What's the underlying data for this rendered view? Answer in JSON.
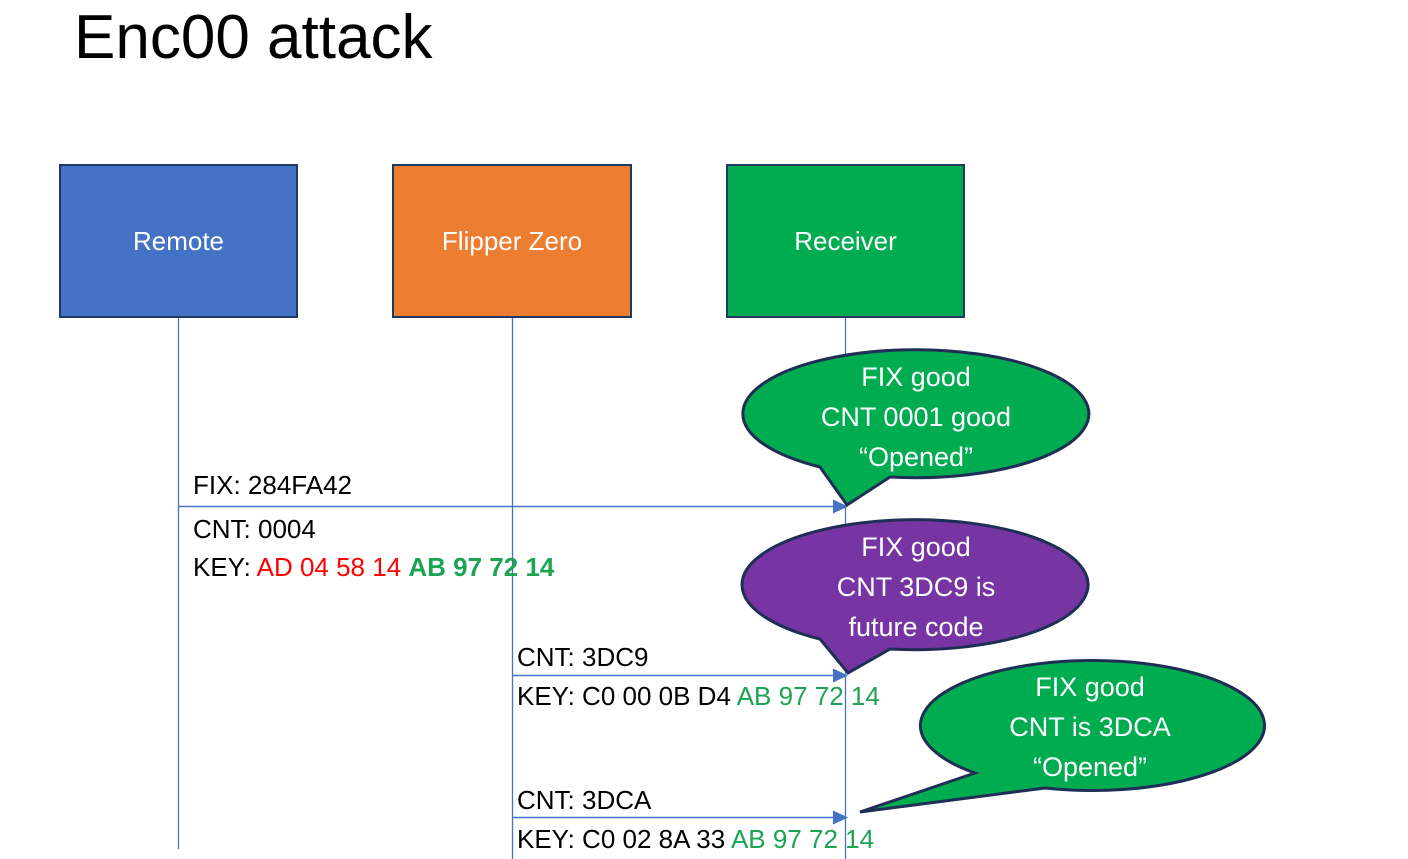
{
  "title": "Enc00 attack",
  "colors": {
    "remote_fill": "#4472C4",
    "flipper_fill": "#ED7D31",
    "receiver_fill": "#00AC50",
    "bubble_green": "#00AC50",
    "bubble_purple": "#7635A2",
    "box_border": "#203864",
    "bubble_border": "#1F2E55",
    "line_blue": "#4472C4",
    "key_red": "#FF0000",
    "key_green": "#1CA354"
  },
  "actors": [
    {
      "id": "remote",
      "label": "Remote"
    },
    {
      "id": "flipper-zero",
      "label": "Flipper Zero"
    },
    {
      "id": "receiver",
      "label": "Receiver"
    }
  ],
  "messages": [
    {
      "from": "Remote",
      "to": "Receiver",
      "above": "FIX: 284FA42",
      "below": [
        {
          "parts": [
            {
              "t": "CNT: 0004"
            }
          ]
        },
        {
          "parts": [
            {
              "t": "KEY: "
            },
            {
              "t": "AD 04 58 14 ",
              "c": "red"
            },
            {
              "t": "AB 97 72 14",
              "c": "green",
              "b": true
            }
          ]
        }
      ]
    },
    {
      "from": "Flipper Zero",
      "to": "Receiver",
      "above": "CNT: 3DC9",
      "below": [
        {
          "parts": [
            {
              "t": "KEY: C0 00 0B D4 "
            },
            {
              "t": "AB 97 72 14",
              "c": "green"
            }
          ]
        }
      ]
    },
    {
      "from": "Flipper Zero",
      "to": "Receiver",
      "above": "CNT: 3DCA",
      "below": [
        {
          "parts": [
            {
              "t": "KEY: C0 02 8A 33 "
            },
            {
              "t": "AB 97 72 14",
              "c": "green"
            }
          ]
        }
      ]
    }
  ],
  "callouts": [
    {
      "color": "green",
      "lines": [
        "FIX good",
        "CNT 0001 good",
        "“Opened”"
      ]
    },
    {
      "color": "purple",
      "lines": [
        "FIX good",
        "CNT 3DC9 is",
        "future code"
      ]
    },
    {
      "color": "green",
      "lines": [
        "FIX good",
        "CNT is 3DCA",
        "“Opened”"
      ]
    }
  ]
}
